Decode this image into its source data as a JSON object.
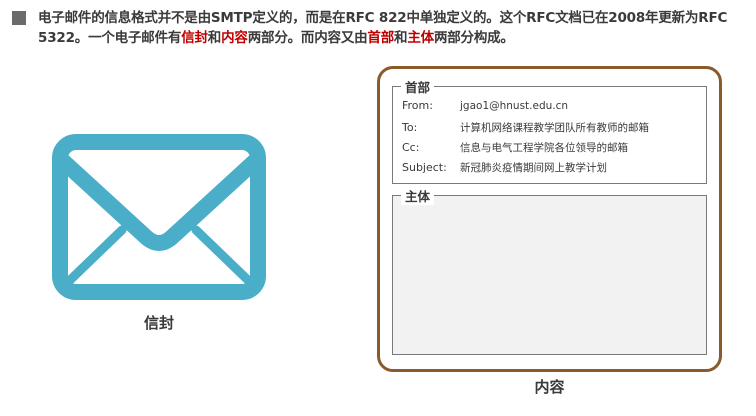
{
  "intro": {
    "part1": "电子邮件的信息格式并不是由SMTP定义的，而是在RFC 822中单独定义的。这个RFC文档已在2008年更新为RFC 5322。一个电子邮件有",
    "highlight1": "信封",
    "and1": "和",
    "highlight2": "内容",
    "part2": "两部分。而内容又由",
    "highlight3": "首部",
    "and2": "和",
    "highlight4": "主体",
    "part3": "两部分构成。"
  },
  "envelope": {
    "caption": "信封",
    "icon": "envelope-icon",
    "color": "#4aaec9"
  },
  "content": {
    "caption": "内容",
    "frame_color": "#8b5a2b",
    "header": {
      "legend": "首部",
      "fields": [
        {
          "label": "From:",
          "value": "jgao1@hnust.edu.cn"
        },
        {
          "label": "To:",
          "value": "计算机网络课程教学团队所有教师的邮箱"
        },
        {
          "label": "Cc:",
          "value": "信息与电气工程学院各位领导的邮箱"
        },
        {
          "label": "Subject:",
          "value": "新冠肺炎疫情期间网上教学计划"
        }
      ]
    },
    "body": {
      "legend": "主体"
    }
  },
  "colors": {
    "highlight": "#c00000",
    "text": "#3a3a3a"
  }
}
